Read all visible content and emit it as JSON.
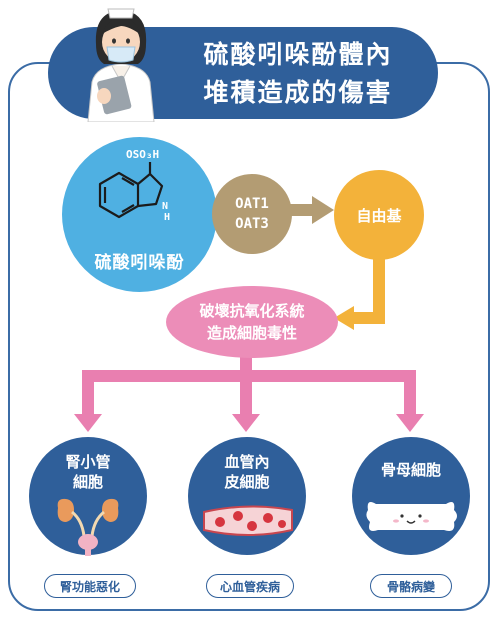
{
  "title": {
    "line1": "硫酸吲哚酚體內",
    "line2": "堆積造成的傷害"
  },
  "compound": {
    "formula": "OSO₃H",
    "nh": "H",
    "nh_n": "N",
    "label": "硫酸吲哚酚"
  },
  "transporters": {
    "line1": "OAT1",
    "line2": "OAT3"
  },
  "free_radical": {
    "label": "自由基"
  },
  "mechanism": {
    "line1": "破壞抗氧化系統",
    "line2": "造成細胞毒性"
  },
  "outcomes": [
    {
      "title_line1": "腎小管",
      "title_line2": "細胞",
      "disease": "腎功能惡化",
      "art_icon": "kidney-icon"
    },
    {
      "title_line1": "血管內",
      "title_line2": "皮細胞",
      "disease": "心血管疾病",
      "art_icon": "blood-vessel-icon"
    },
    {
      "title_line1": "骨母細胞",
      "title_line2": "",
      "disease": "骨骼病變",
      "art_icon": "bone-icon"
    }
  ],
  "colors": {
    "navy": "#2f5f9a",
    "sky": "#4fb0e2",
    "tan": "#b39c73",
    "orange": "#f3b23a",
    "pink": "#ec8db8",
    "arrow_pink": "#e97fb0"
  }
}
